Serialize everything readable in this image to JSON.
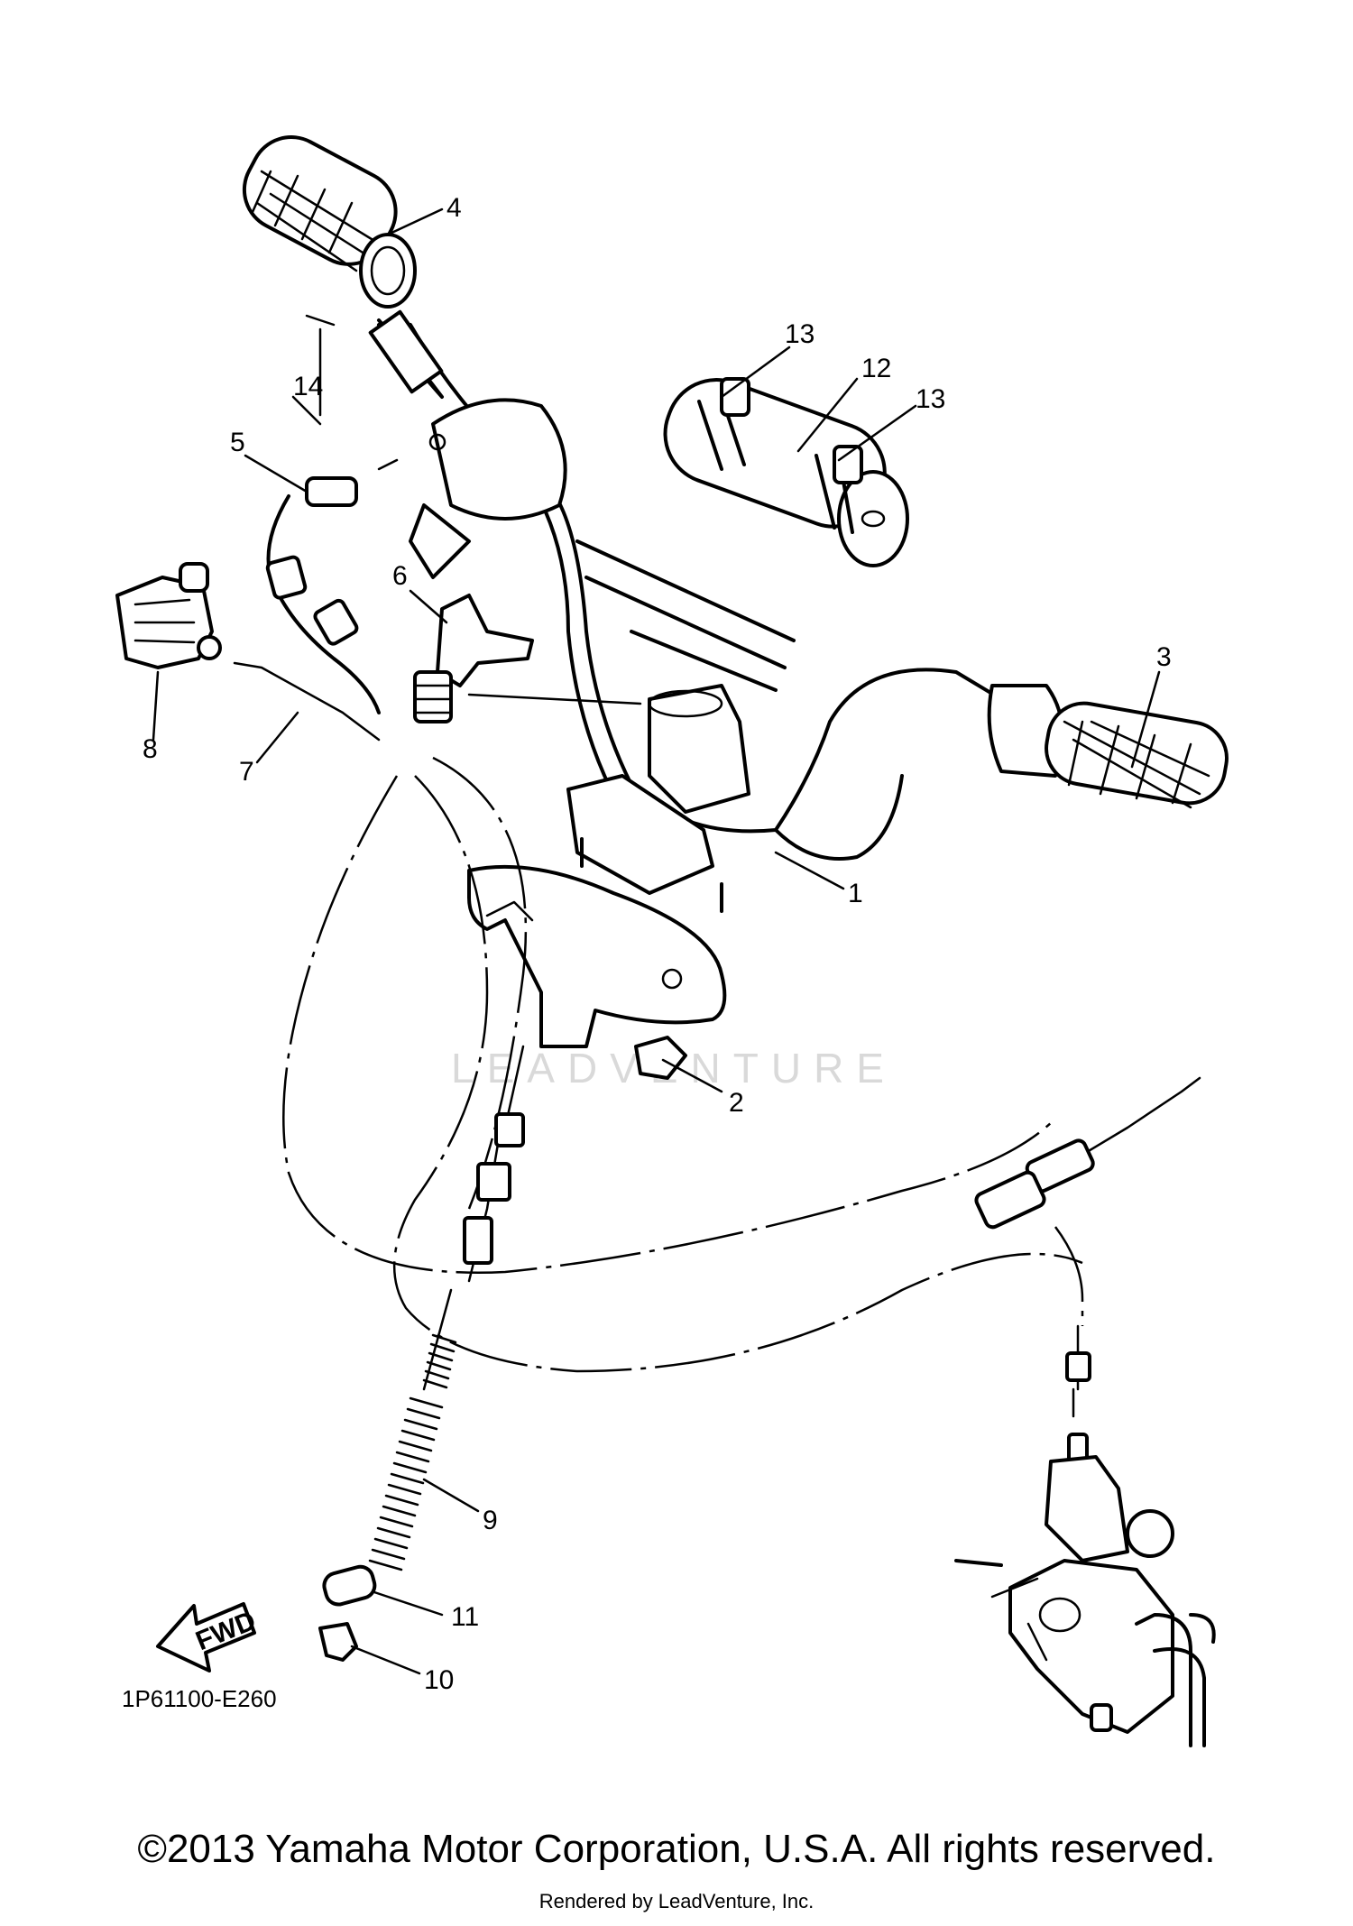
{
  "diagram": {
    "drawing_code": "1P61100-E260",
    "fwd_label": "FWD",
    "watermark": "LEADVENTURE",
    "callouts": [
      "1",
      "2",
      "3",
      "4",
      "5",
      "6",
      "7",
      "8",
      "9",
      "10",
      "11",
      "12",
      "13",
      "13",
      "14"
    ]
  },
  "footer": {
    "copyright": "©2013 Yamaha Motor Corporation, U.S.A. All rights reserved.",
    "rendered_by": "Rendered by LeadVenture, Inc."
  }
}
